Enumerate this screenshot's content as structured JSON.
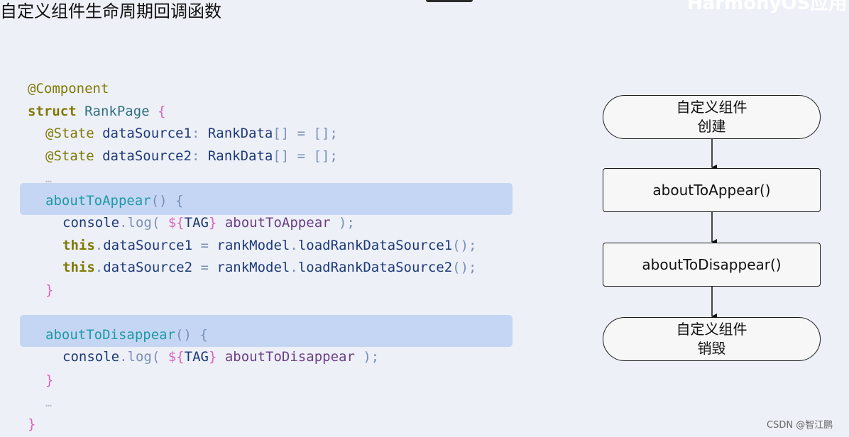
{
  "title": "自定义组件生命周期回调函数",
  "top_right_text": "HarmonyOS应用",
  "code": {
    "decorator": "@Component",
    "struct_kw": "struct",
    "struct_name": "RankPage",
    "brace_open": "{",
    "brace_close": "}",
    "state_kw": "@State",
    "ds1_decl": "dataSource1",
    "ds2_decl": "dataSource2",
    "colon": ":",
    "rank_type": "RankData",
    "array_init": "[] = [];",
    "ellipsis": "…",
    "appear_fn": "aboutToAppear",
    "disappear_fn": "aboutToDisappear",
    "parens_open": "() {",
    "console": "console",
    "log": "log",
    "log_open": ".log(",
    "tag": "${TAG}",
    "tag_open": "${",
    "tag_name": "TAG",
    "tag_close": "}",
    "appear_msg": "aboutToAppear",
    "disappear_msg": "aboutToDisappear",
    "log_close": ");",
    "this_kw": "this",
    "ds1": "dataSource1",
    "ds2": "dataSource2",
    "eq": "=",
    "rank_model": "rankModel",
    "load1": "loadRankDataSource1",
    "load2": "loadRankDataSource2",
    "call_end": "();"
  },
  "flowchart": {
    "create_line1": "自定义组件",
    "create_line2": "创建",
    "appear": "aboutToAppear()",
    "disappear": "aboutToDisappear()",
    "destroy_line1": "自定义组件",
    "destroy_line2": "销毁"
  },
  "watermark": "CSDN @智江鹏"
}
